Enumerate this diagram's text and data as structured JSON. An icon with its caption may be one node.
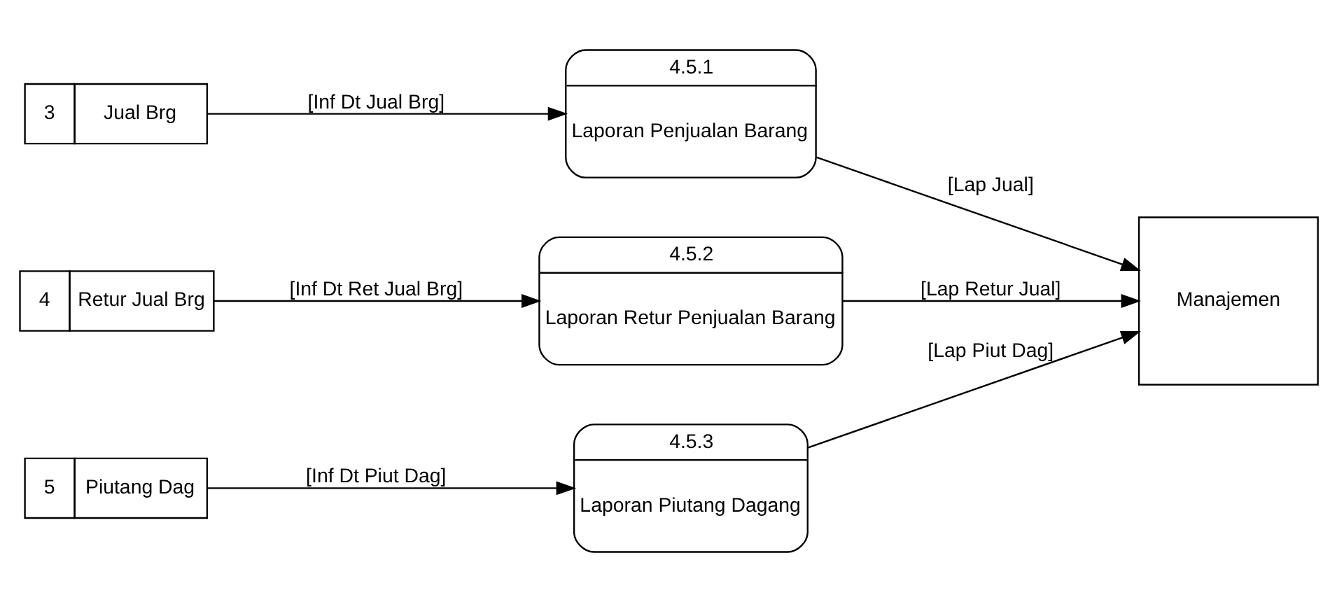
{
  "diagram": {
    "nodes": [
      {
        "text": [
          "3",
          "Jual Brg"
        ]
      },
      {
        "text": [
          "4.5.1",
          "Laporan Penjualan Barang"
        ]
      },
      {
        "text": [
          "4",
          "Retur Jual Brg"
        ]
      },
      {
        "text": [
          "4.5.2",
          "Laporan Retur Penjualan Barang"
        ]
      },
      {
        "text": [
          "Manajemen"
        ]
      },
      {
        "text": [
          "5",
          "Piutang Dag"
        ]
      },
      {
        "text": [
          "4.5.3",
          "Laporan Piutang Dagang"
        ]
      }
    ],
    "edges": [
      {
        "from": 0,
        "to": 1,
        "arrow": "to",
        "label": "[Inf Dt Jual Brg]"
      },
      {
        "from": 1,
        "to": 4,
        "arrow": "to",
        "label": "[Lap Jual]"
      },
      {
        "from": 2,
        "to": 3,
        "arrow": "to",
        "label": "[Inf Dt Ret Jual Brg]"
      },
      {
        "from": 3,
        "to": 4,
        "arrow": "to",
        "label": "[Lap Retur Jual]"
      },
      {
        "from": 5,
        "to": 6,
        "arrow": "to",
        "label": "[Inf Dt Piut Dag]"
      },
      {
        "from": 6,
        "to": 4,
        "arrow": "to",
        "label": "[Lap Piut Dag]"
      }
    ]
  }
}
